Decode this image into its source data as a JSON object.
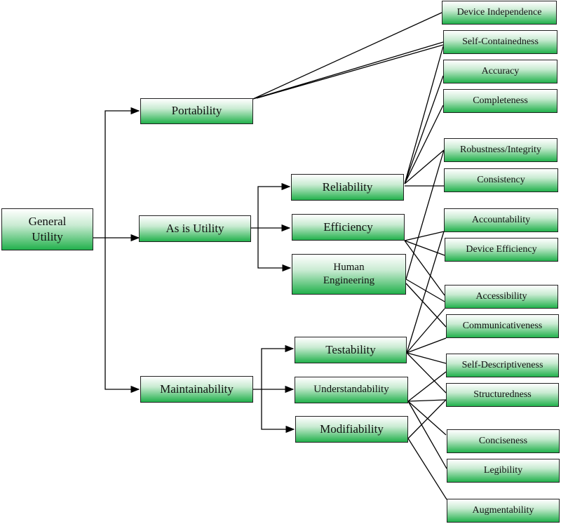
{
  "root": "General Utility",
  "level1": {
    "portability": "Portability",
    "as_is_utility": "As is Utility",
    "maintainability": "Maintainability"
  },
  "level2": {
    "reliability": "Reliability",
    "efficiency": "Efficiency",
    "human_engineering": "Human Engineering",
    "testability": "Testability",
    "understandability": "Understandability",
    "modifiability": "Modifiability"
  },
  "primitives": [
    "Device Independence",
    "Self-Containedness",
    "Accuracy",
    "Completeness",
    "Robustness/Integrity",
    "Consistency",
    "Accountability",
    "Device Efficiency",
    "Accessibility",
    "Communicativeness",
    "Self-Descriptiveness",
    "Structuredness",
    "Conciseness",
    "Legibility",
    "Augmentability"
  ],
  "colors": {
    "box_gradient_bottom": "#22b14c",
    "border": "#222222"
  }
}
